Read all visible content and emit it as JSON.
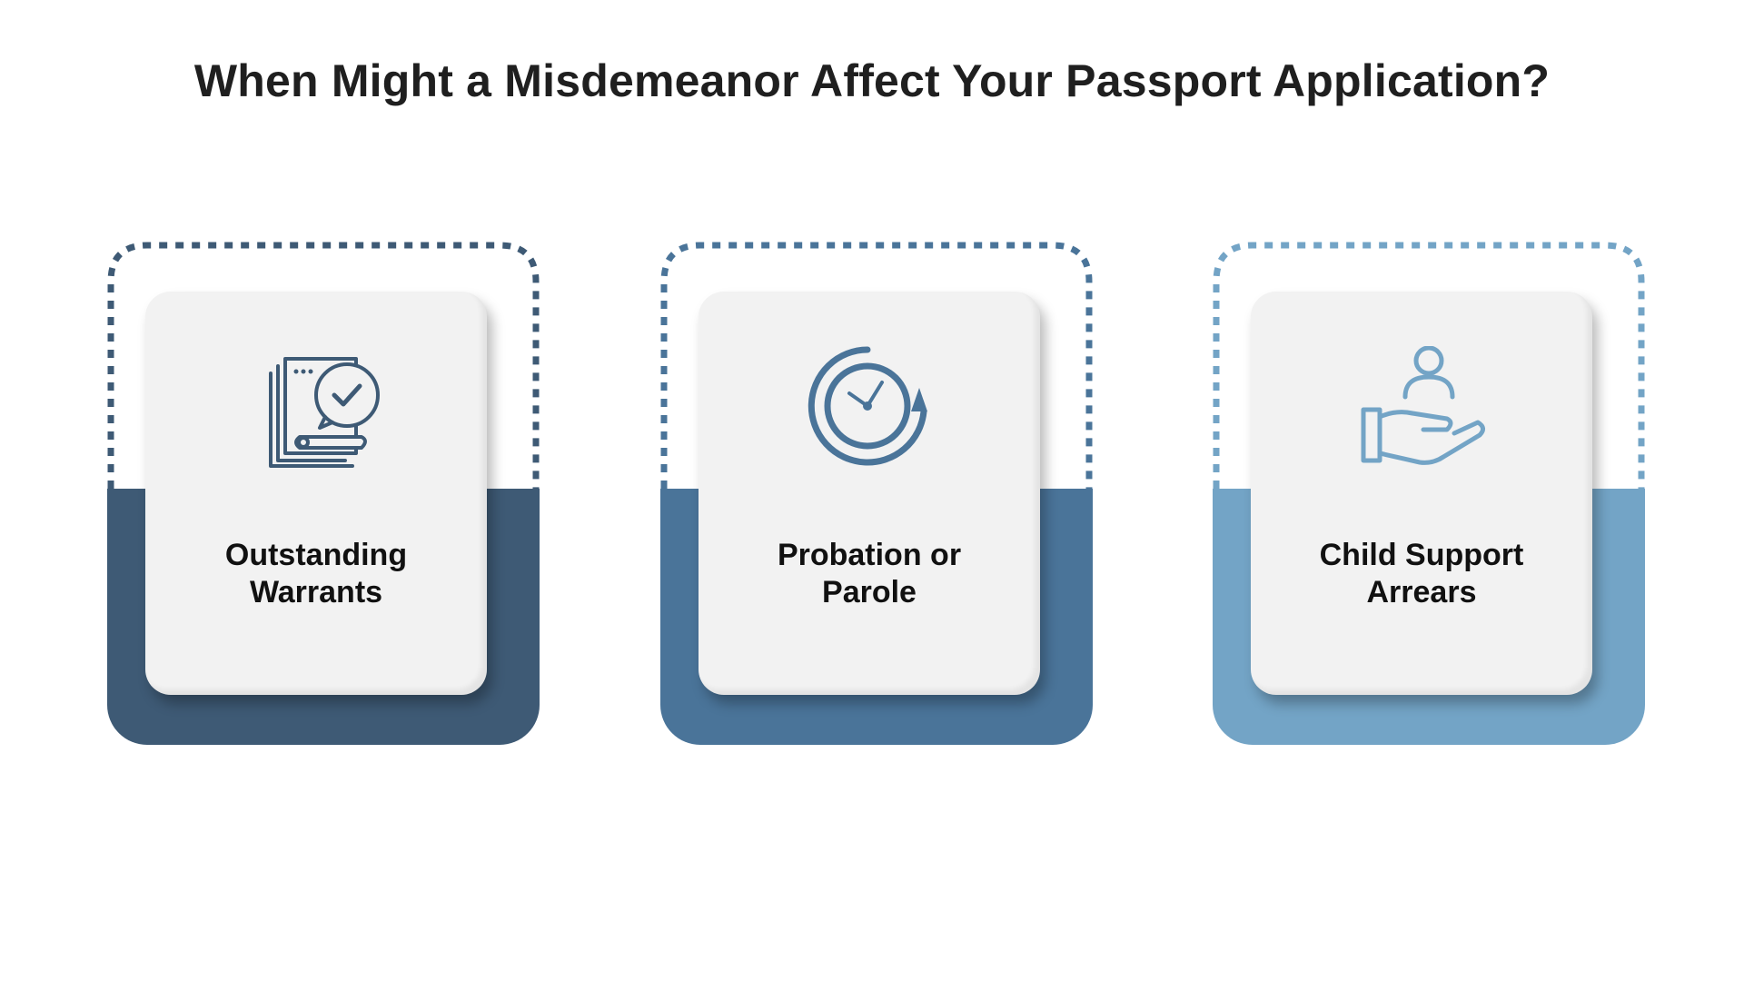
{
  "title": "When Might a Misdemeanor Affect Your Passport Application?",
  "cards": [
    {
      "label_line1": "Outstanding",
      "label_line2": "Warrants",
      "icon": "document-check-icon",
      "color": "#3e5a75"
    },
    {
      "label_line1": "Probation or",
      "label_line2": "Parole",
      "icon": "clock-cycle-icon",
      "color": "#4a7499"
    },
    {
      "label_line1": "Child Support",
      "label_line2": "Arrears",
      "icon": "hand-person-icon",
      "color": "#73a4c6"
    }
  ]
}
